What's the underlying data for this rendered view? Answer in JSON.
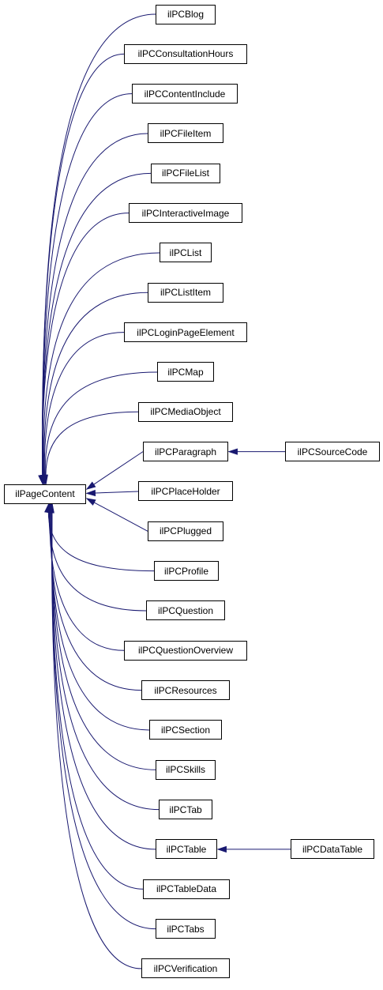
{
  "diagram": {
    "root": "ilPageContent",
    "children": [
      {
        "id": "blog",
        "label": "ilPCBlog"
      },
      {
        "id": "consultation-hours",
        "label": "ilPCConsultationHours"
      },
      {
        "id": "content-include",
        "label": "ilPCContentInclude"
      },
      {
        "id": "file-item",
        "label": "ilPCFileItem"
      },
      {
        "id": "file-list",
        "label": "ilPCFileList"
      },
      {
        "id": "interactive-image",
        "label": "ilPCInteractiveImage"
      },
      {
        "id": "list",
        "label": "ilPCList"
      },
      {
        "id": "list-item",
        "label": "ilPCListItem"
      },
      {
        "id": "login-page-element",
        "label": "ilPCLoginPageElement"
      },
      {
        "id": "map",
        "label": "ilPCMap"
      },
      {
        "id": "media-object",
        "label": "ilPCMediaObject"
      },
      {
        "id": "paragraph",
        "label": "ilPCParagraph"
      },
      {
        "id": "place-holder",
        "label": "ilPCPlaceHolder"
      },
      {
        "id": "plugged",
        "label": "ilPCPlugged"
      },
      {
        "id": "profile",
        "label": "ilPCProfile"
      },
      {
        "id": "question",
        "label": "ilPCQuestion"
      },
      {
        "id": "question-overview",
        "label": "ilPCQuestionOverview"
      },
      {
        "id": "resources",
        "label": "ilPCResources"
      },
      {
        "id": "section",
        "label": "ilPCSection"
      },
      {
        "id": "skills",
        "label": "ilPCSkills"
      },
      {
        "id": "tab",
        "label": "ilPCTab"
      },
      {
        "id": "table",
        "label": "ilPCTable"
      },
      {
        "id": "table-data",
        "label": "ilPCTableData"
      },
      {
        "id": "tabs",
        "label": "ilPCTabs"
      },
      {
        "id": "verification",
        "label": "ilPCVerification"
      }
    ],
    "grandchildren": [
      {
        "id": "source-code",
        "label": "ilPCSourceCode",
        "parent": "paragraph"
      },
      {
        "id": "data-table",
        "label": "ilPCDataTable",
        "parent": "table"
      }
    ],
    "colors": {
      "edge": "#191970",
      "border": "#000000",
      "fill": "#ffffff"
    }
  }
}
